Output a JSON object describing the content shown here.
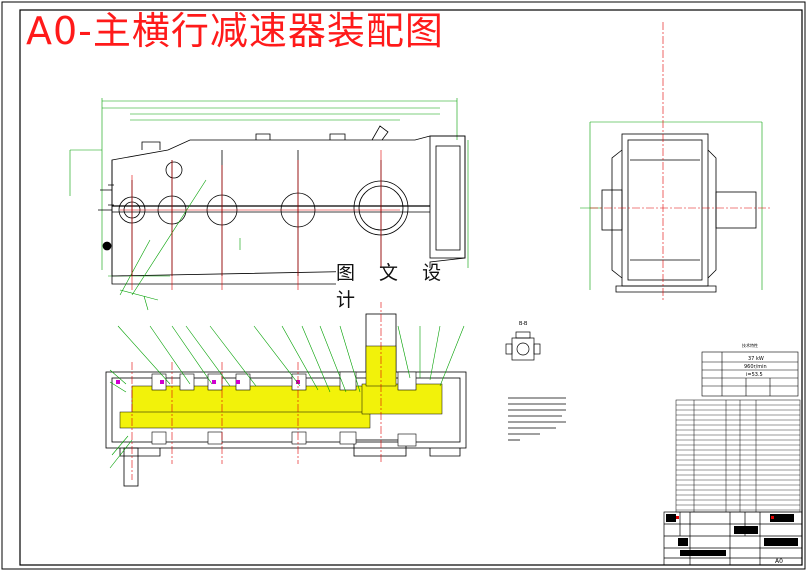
{
  "title": "A0-主横行减速器装配图",
  "watermark": "图 文 设 计",
  "colors": {
    "frame": "#000000",
    "outline": "#000000",
    "dimension": "#00a000",
    "centerline": "#e00000",
    "highlight": "#f2f20a",
    "title_text": "#ff1a1a",
    "accent_magenta": "#d000d0"
  },
  "tech_table_header": "技术特性",
  "tech_params": [
    "37 kW",
    "960r/min",
    "i=53.5"
  ],
  "section_label": "B-B",
  "sheet_number": "A0"
}
